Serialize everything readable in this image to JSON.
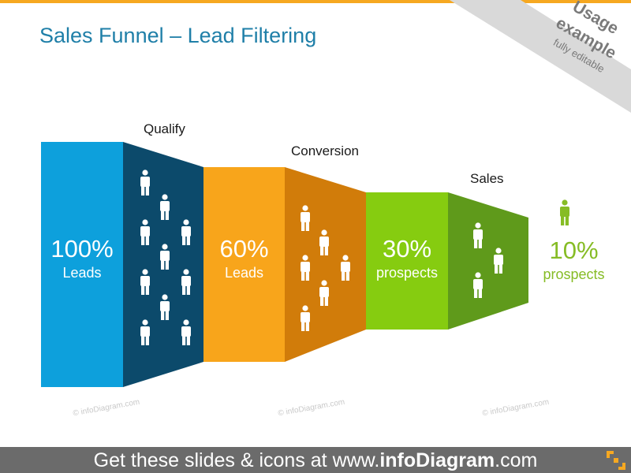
{
  "title": "Sales Funnel – Lead Filtering",
  "badge": {
    "line1": "Usage",
    "line2": "example",
    "line3": "fully editable"
  },
  "stages": [
    {
      "step_label": "Qualify",
      "percent": "100%",
      "caption": "Leads",
      "color": "#0da0dc",
      "side_color": "#0c4a6b"
    },
    {
      "step_label": "Conversion",
      "percent": "60%",
      "caption": "Leads",
      "color": "#f8a51b",
      "side_color": "#d17c0a"
    },
    {
      "step_label": "Sales",
      "percent": "30%",
      "caption": "prospects",
      "color": "#86cc10",
      "side_color": "#5f9a1b"
    }
  ],
  "final": {
    "percent": "10%",
    "caption": "prospects",
    "color": "#86bc25"
  },
  "watermark": "© infoDiagram.com",
  "footer": {
    "prefix": "Get these slides & icons at www.",
    "brand": "infoDiagram",
    "suffix": ".com"
  },
  "accent_colors": {
    "top_bar": "#f6a821",
    "title": "#1f7fa8",
    "footer_bg": "#6b6b6b",
    "logo": "#f6a821"
  }
}
